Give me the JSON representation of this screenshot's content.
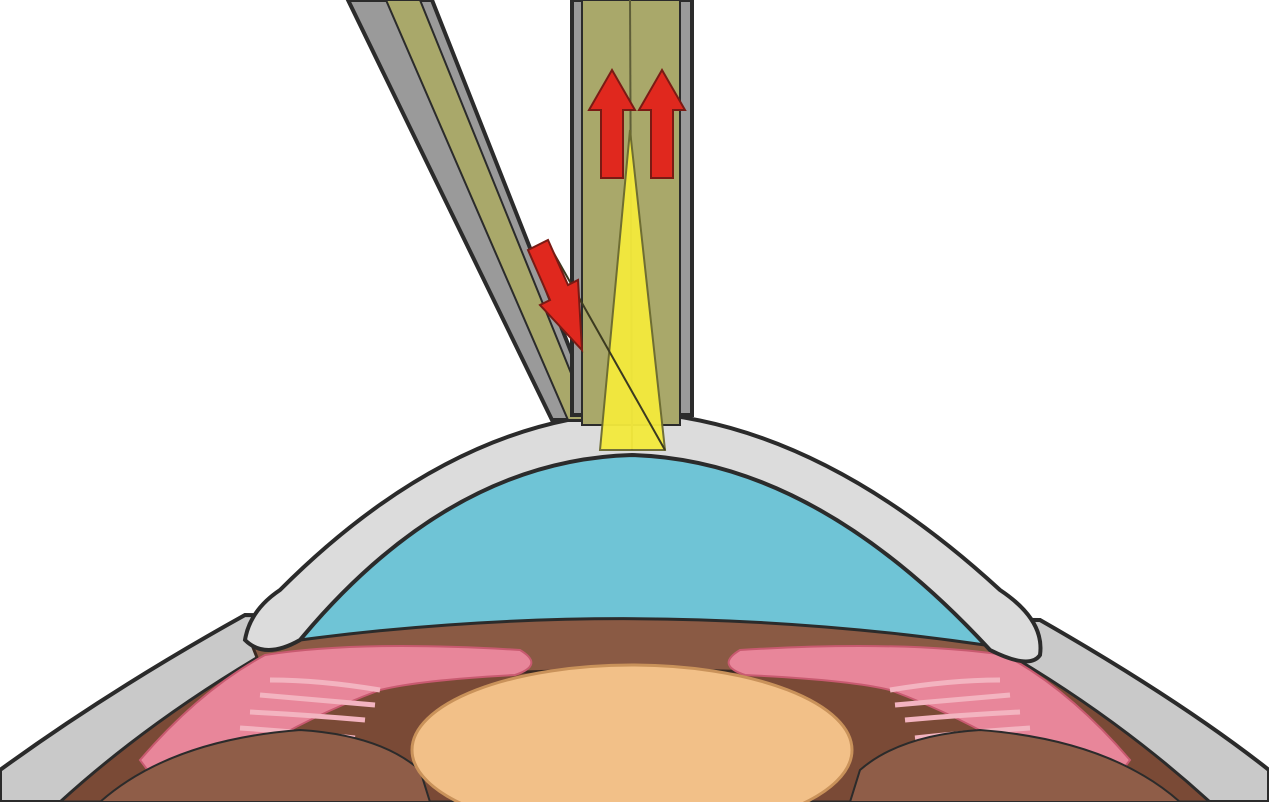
{
  "figure": {
    "subject": "anterior-segment-cross-section",
    "parts": {
      "oblique_probe": "oblique-probe",
      "vertical_probe": "vertical-probe",
      "cornea": "cornea",
      "anterior_chamber": "anterior-chamber",
      "iris": "iris",
      "ciliary_body": "ciliary-body",
      "lens": "lens",
      "sclera": "sclera",
      "light_beam": "light-beam",
      "arrows": "flow-arrow-icon"
    },
    "colors": {
      "background": "#ffffff",
      "outline": "#2b2b2b",
      "probe_outer": "#9a9a9a",
      "probe_inner": "#a9a86a",
      "beam": "#f4ea3c",
      "cornea": "#dcdcdc",
      "aqueous": "#6fc4d6",
      "iris": "#8a5a44",
      "ciliary": "#e8869a",
      "lens": "#f2c088",
      "arrow": "#e0281e"
    }
  }
}
